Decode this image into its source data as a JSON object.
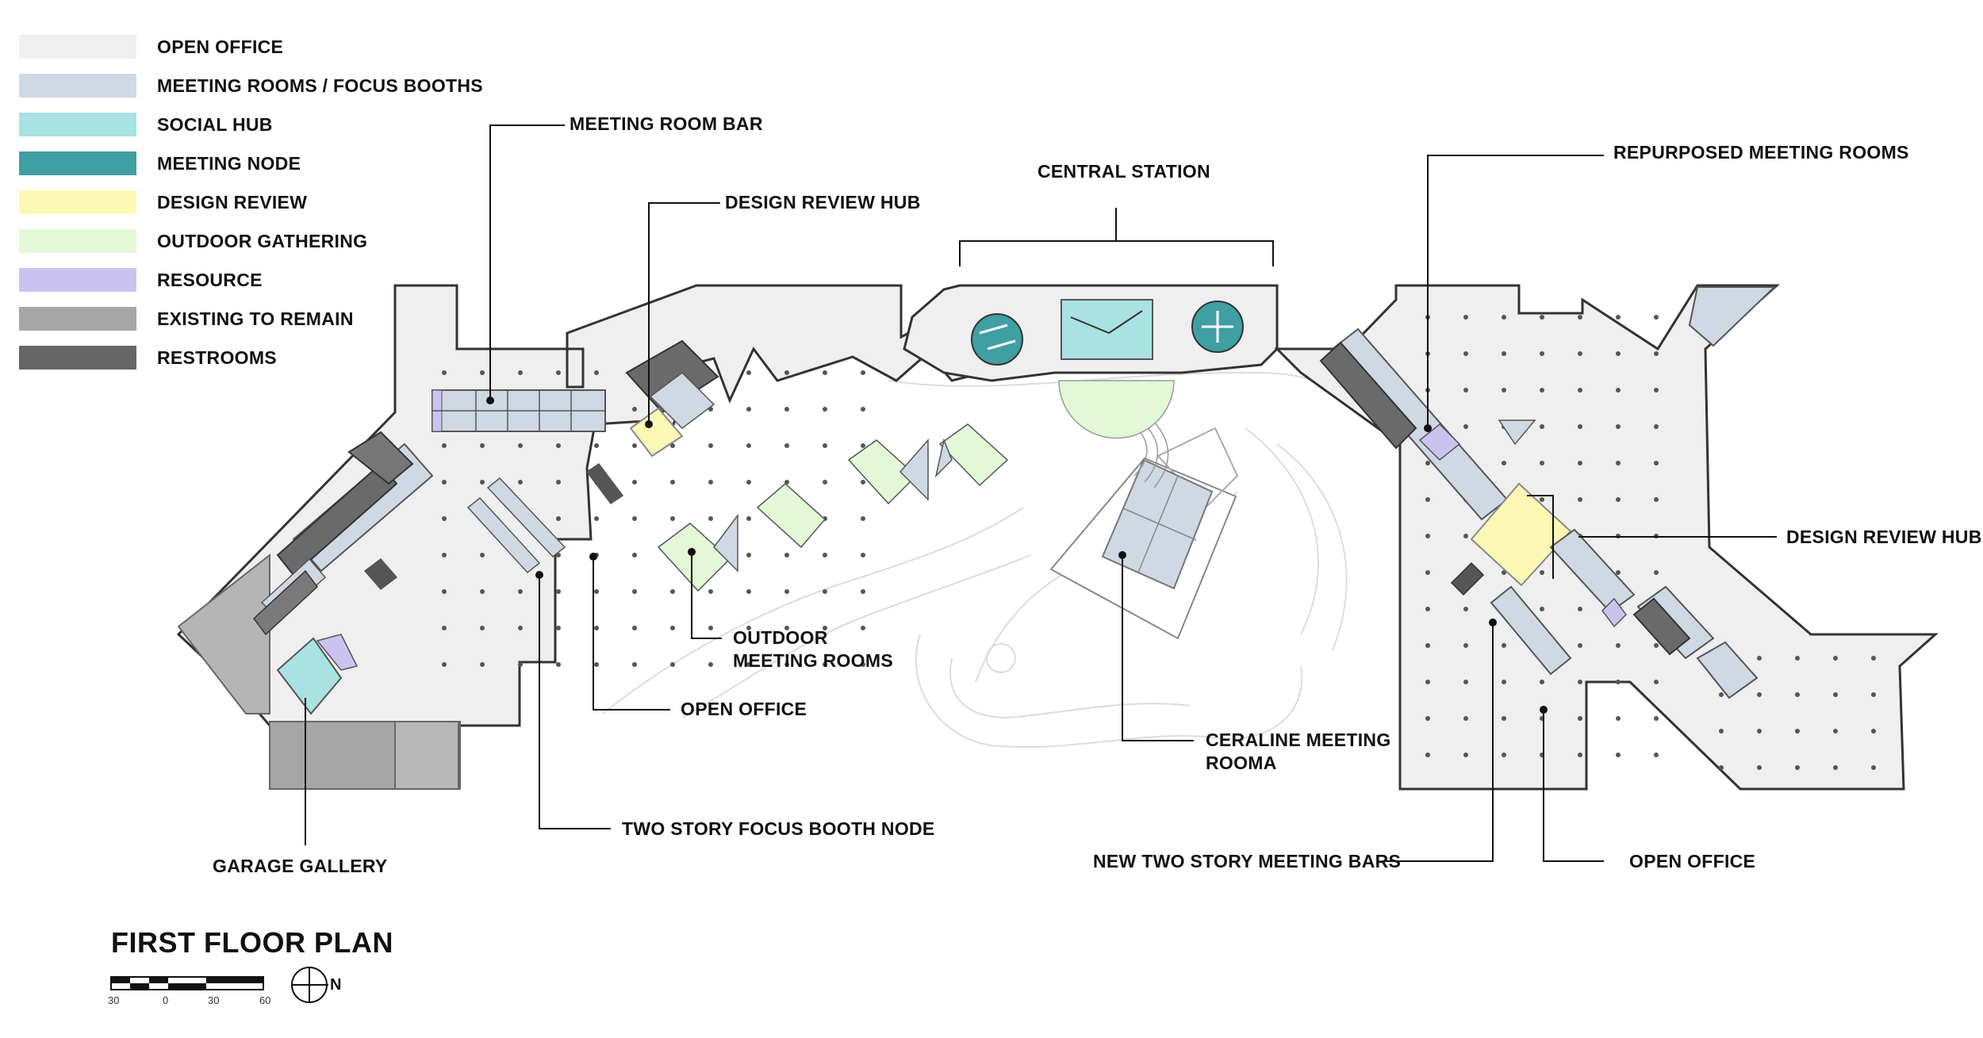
{
  "legend": [
    {
      "label": "OPEN OFFICE",
      "color": "#efefef"
    },
    {
      "label": "MEETING ROOMS / FOCUS BOOTHS",
      "color": "#cfd9e3"
    },
    {
      "label": "SOCIAL HUB",
      "color": "#a9e2e2"
    },
    {
      "label": "MEETING NODE",
      "color": "#3f9fa3"
    },
    {
      "label": "DESIGN REVIEW",
      "color": "#fdf7b5"
    },
    {
      "label": "OUTDOOR GATHERING",
      "color": "#e2f8d7"
    },
    {
      "label": "RESOURCE",
      "color": "#cbc3ef"
    },
    {
      "label": "EXISTING TO REMAIN",
      "color": "#a6a6a6"
    },
    {
      "label": "RESTROOMS",
      "color": "#666666"
    }
  ],
  "callouts": {
    "meeting_room_bar": "MEETING ROOM BAR",
    "design_review_hub_left": "DESIGN REVIEW HUB",
    "central_station": "CENTRAL STATION",
    "repurposed_meeting_rooms": "REPURPOSED MEETING ROOMS",
    "design_review_hub_right": "DESIGN REVIEW HUB",
    "outdoor_meeting_rooms_1": "OUTDOOR",
    "outdoor_meeting_rooms_2": "MEETING ROOMS",
    "open_office_left": "OPEN OFFICE",
    "ceraline_1": "CERALINE MEETING",
    "ceraline_2": "ROOMA",
    "two_story_focus": "TWO STORY FOCUS BOOTH NODE",
    "garage_gallery": "GARAGE GALLERY",
    "new_two_story": "NEW TWO STORY MEETING BARS",
    "open_office_right": "OPEN OFFICE"
  },
  "title": "FIRST FLOOR PLAN",
  "scale_labels": [
    "30",
    "0",
    "30",
    "60"
  ],
  "north_label": "N"
}
